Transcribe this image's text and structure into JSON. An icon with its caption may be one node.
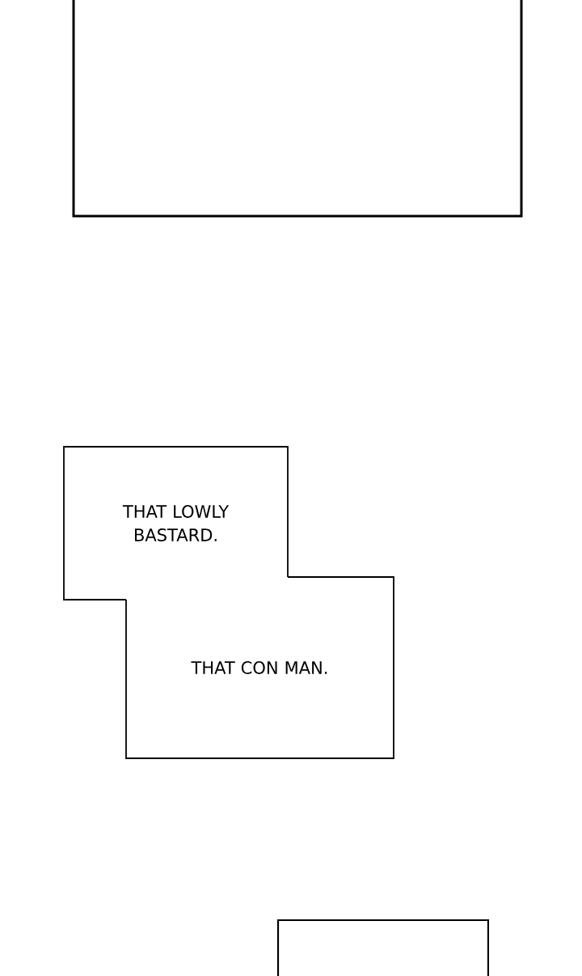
{
  "diagram": {
    "nodes": [
      {
        "text": [],
        "shape": "box"
      },
      {
        "text": [
          "THAT LOWLY BASTARD."
        ]
      },
      {
        "text": [
          "THAT CON MAN."
        ]
      },
      {
        "text": [],
        "shape": "box"
      }
    ]
  }
}
